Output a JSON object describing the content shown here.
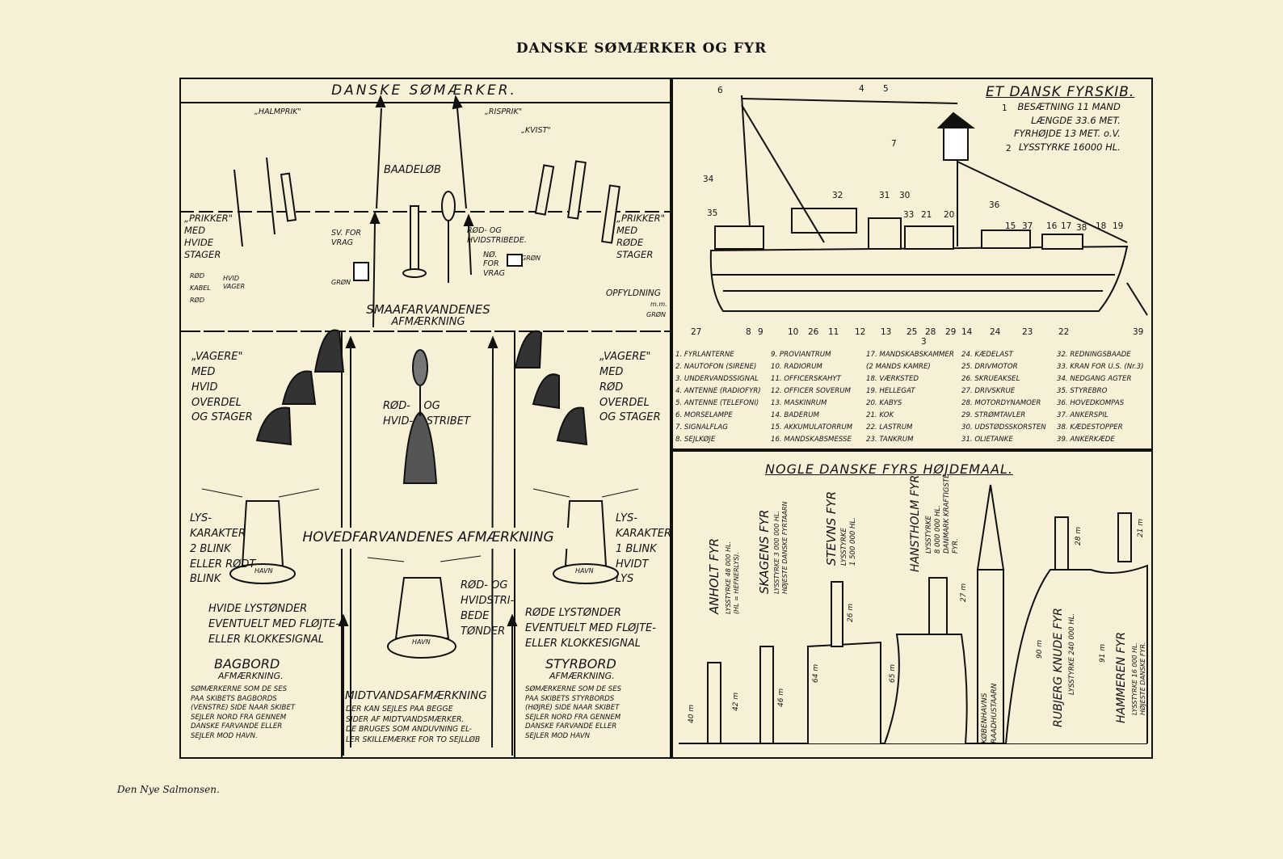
{
  "page_title": "DANSKE SØMÆRKER OG FYR",
  "credit": "Den Nye Salmonsen.",
  "left_panel": {
    "heading": "DANSKE SØMÆRKER.",
    "halmprik": "„HALMPRIK\"",
    "risprik": "„RISPRIK\"",
    "kvist": "„KVIST\"",
    "baadelob": "BAADELØB",
    "prikker_hvide": "„PRIKKER\"\nMED\nHVIDE\nSTAGER",
    "prikker_rode": "„PRIKKER\"\nMED\nRØDE\nSTAGER",
    "sv_for_vrag": "SV. FOR\nVRAG",
    "grøn_left": "GRØN",
    "rod_hvidstribede": "RØD- OG\nHVIDSTRIBEDE.",
    "no_for_vrag": "NØ.\nFOR\nVRAG",
    "grøn_right": "GRØN",
    "rod_kabel": "RØD\nKABEL\nRØD",
    "hvid_vager": "HVID\nVAGER",
    "opfyldning": "OPFYLDNING",
    "mm": "m.m.",
    "grøn_opfyld": "GRØN",
    "smaa_title": "SMAAFARVANDENES",
    "smaa_sub": "AFMÆRKNING",
    "vagere_hvid": "„VAGERE\"\nMED\nHVID\nOVERDEL\nOG STAGER",
    "vagere_rod": "„VAGERE\"\nMED\nRØD\nOVERDEL\nOG STAGER",
    "rod_hvid_stribet": "RØD-    OG\nHVID-    STRIBET",
    "hoved_title": "HOVEDFARVANDENES AFMÆRKNING",
    "lys_left": "LYS-\nKARAKTER\n2 BLINK\nELLER RØDT\nBLINK",
    "lys_right": "LYS-\nKARAKTER\n1 BLINK\nHVIDT\nLYS",
    "havn": "HAVN",
    "rod_hvidstribede_tonder": "RØD- OG\nHVIDSTRI-\nBEDE\nTØNDER",
    "hvide_lystonder": "HVIDE LYSTØNDER\nEVENTUELT MED FLØJTE-\nELLER KLOKKESIGNAL",
    "rode_lystonder": "RØDE LYSTØNDER\nEVENTUELT MED FLØJTE-\nELLER KLOKKESIGNAL",
    "bagbord_title": "BAGBORD",
    "bagbord_sub": "AFMÆRKNING.",
    "bagbord_text": "SØMÆRKERNE SOM DE SES\nPAA SKIBETS BAGBORDS\n(VENSTRE) SIDE NAAR SKIBET\nSEJLER NORD FRA GENNEM\nDANSKE FARVANDE ELLER\nSEJLER MOD HAVN.",
    "midt_title": "MIDTVANDSAFMÆRKNING",
    "midt_text": "DER KAN SEJLES PAA BEGGE\nSIDER AF MIDTVANDSMÆRKER.\nDE BRUGES SOM ANDUVNING EL-\nLER SKILLEMÆRKE FOR TO SEJLLØB",
    "styrbord_title": "STYRBORD",
    "styrbord_sub": "AFMÆRKNING.",
    "styrbord_text": "SØMÆRKERNE SOM DE SES\nPAA SKIBETS STYRBORDS\n(HØJRE) SIDE NAAR SKIBET\nSEJLER NORD FRA GENNEM\nDANSKE FARVANDE ELLER\nSEJLER MOD HAVN"
  },
  "ship_panel": {
    "heading": "ET DANSK FYRSKIB.",
    "specs": "BESÆTNING 11 MAND\nLÆNGDE 33.6 MET.\nFYRHØJDE 13 MET. o.V.\nLYSSTYRKE 16000 HL.",
    "callouts": [
      "6",
      "4",
      "5",
      "1",
      "7",
      "2",
      "34",
      "32",
      "31",
      "30",
      "33",
      "21",
      "20",
      "36",
      "35",
      "15",
      "37",
      "16",
      "17",
      "38",
      "18",
      "19",
      "27",
      "8",
      "9",
      "10",
      "26",
      "11",
      "12",
      "13",
      "25",
      "28",
      "29",
      "14",
      "24",
      "23",
      "22",
      "39",
      "3"
    ],
    "legend": [
      [
        "1. FYRLANTERNE",
        "2. NAUTOFON (SIRENE)",
        "3. UNDERVANDSSIGNAL",
        "4. ANTENNE (RADIOFYR)",
        "5. ANTENNE (TELEFONI)",
        "6. MORSELAMPE",
        "7. SIGNALFLAG",
        "8. SEJLKØJE"
      ],
      [
        "9. PROVIANTRUM",
        "10. RADIORUM",
        "11. OFFICERSKAHYT",
        "12. OFFICER SOVERUM",
        "13. MASKINRUM",
        "14. BADERUM",
        "15. AKKUMULATORRUM",
        "16. MANDSKABSMESSE"
      ],
      [
        "17. MANDSKABSKAMMER",
        "(2 MANDS KAMRE)",
        "18. VÆRKSTED",
        "19. HELLEGAT",
        "20. KABYS",
        "21. KOK",
        "22. LASTRUM",
        "23. TANKRUM"
      ],
      [
        "24. KÆDELAST",
        "25. DRIVMOTOR",
        "26. SKRUEAKSEL",
        "27. DRIVSKRUE",
        "28. MOTORDYNAMOER",
        "29. STRØMTAVLER",
        "30. UDSTØDSSKORSTEN",
        "31. OLIETANKE"
      ],
      [
        "32. REDNINGSBAADE",
        "33. KRAN FOR U.S. (Nr.3)",
        "34. NEDGANG AGTER",
        "35. STYREBRO",
        "36. HOVEDKOMPAS",
        "37. ANKERSPIL",
        "38. KÆDESTOPPER",
        "39. ANKERKÆDE"
      ]
    ]
  },
  "heights_panel": {
    "heading": "NOGLE DANSKE FYRS HØJDEMAAL.",
    "anholt": "ANHOLT FYR",
    "anholt_sub": "LYSSTYRKE 48 000 HL.\n(HL = HEFNERLYS).",
    "skagens": "SKAGENS FYR",
    "skagens_sub": "LYSSTYRKE 3 000 000 HL.\nHØJESTE DANSKE FYRTAARN",
    "stevns": "STEVNS FYR",
    "stevns_sub": "LYSSTYRKE\n1 500 000 HL.",
    "hanstholm": "HANSTHOLM FYR",
    "hanstholm_sub": "LYSSTYRKE\n8 000 000 HL.\nDANMARK KRAFTIGSTE\nFYR.",
    "kobenhavn": "KØBENHAVNS\nRAADHUSTAARN",
    "rubjerg": "RUBJERG KNUDE FYR",
    "rubjerg_sub": "LYSSTYRKE 240 000 HL.",
    "hammeren": "HAMMEREN FYR",
    "hammeren_sub": "LYSSTYRKE 16 000 HL.\nHØJESTE DANSKE FYR.",
    "dims": [
      "40 m",
      "42 m",
      "46 m",
      "64 m",
      "26 m",
      "65 m",
      "27 m",
      "90 m",
      "28 m",
      "91 m",
      "21 m"
    ]
  }
}
